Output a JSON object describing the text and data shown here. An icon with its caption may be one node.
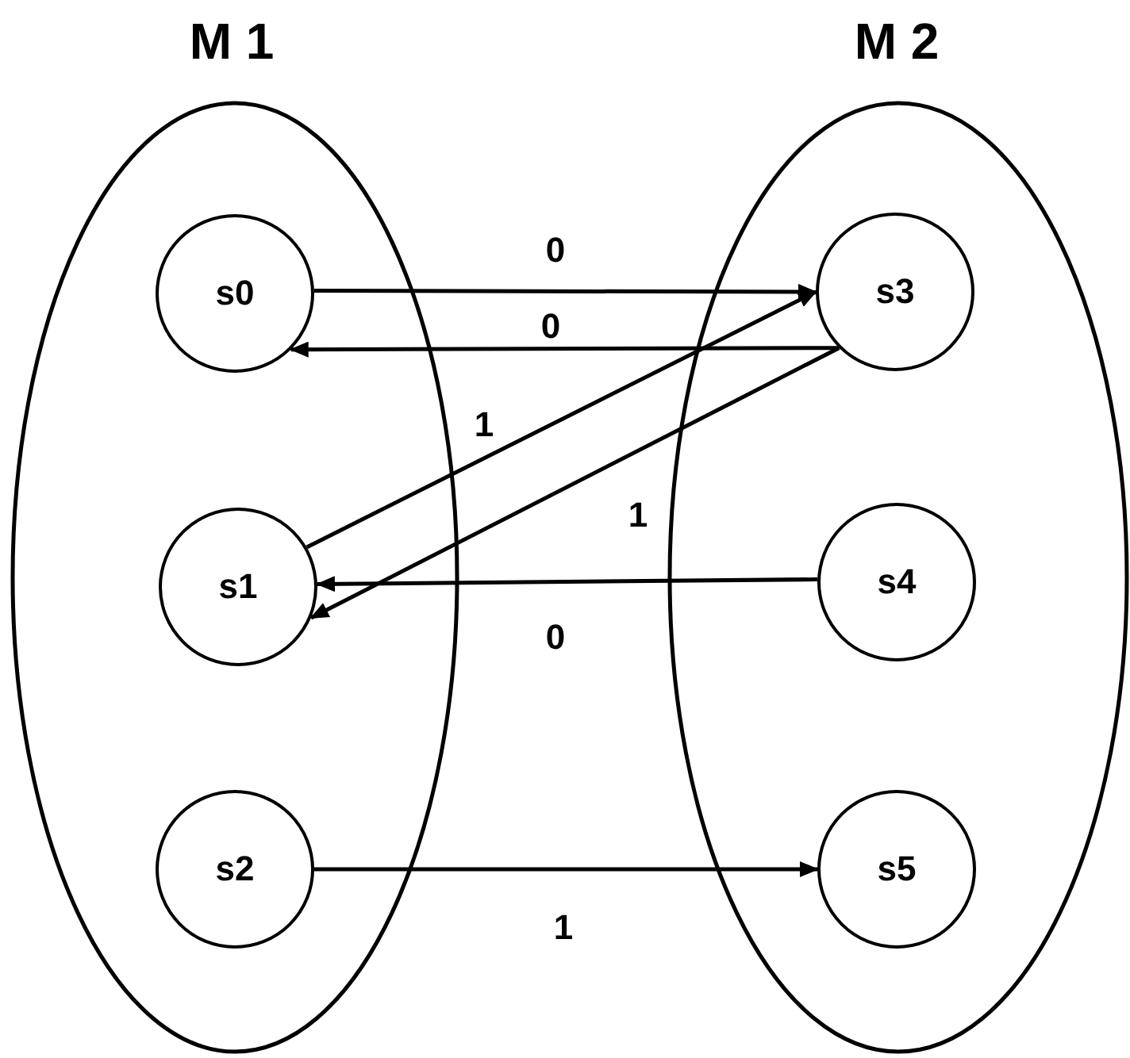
{
  "diagram": {
    "nodes": [
      {
        "text": [
          "M 1"
        ]
      },
      {
        "text": [
          "s0"
        ],
        "in": 0
      },
      {
        "text": [
          "s1"
        ],
        "in": 0
      },
      {
        "text": [
          "s2"
        ],
        "in": 0
      },
      {
        "text": [
          "M 2"
        ]
      },
      {
        "text": [
          "s3"
        ],
        "in": 4
      },
      {
        "text": [
          "s4"
        ],
        "in": 4
      },
      {
        "text": [
          "s5"
        ],
        "in": 4
      }
    ],
    "edges": [
      {
        "from": 1,
        "to": 5,
        "arrow": "to",
        "label": "0"
      },
      {
        "from": 5,
        "to": 1,
        "arrow": "to",
        "label": "0"
      },
      {
        "from": 2,
        "to": 5,
        "arrow": "to",
        "label": "1"
      },
      {
        "from": 5,
        "to": 2,
        "arrow": "to",
        "label": "1"
      },
      {
        "from": 6,
        "to": 2,
        "arrow": "to",
        "label": "0"
      },
      {
        "from": 3,
        "to": 7,
        "arrow": "to",
        "label": "1"
      }
    ]
  }
}
